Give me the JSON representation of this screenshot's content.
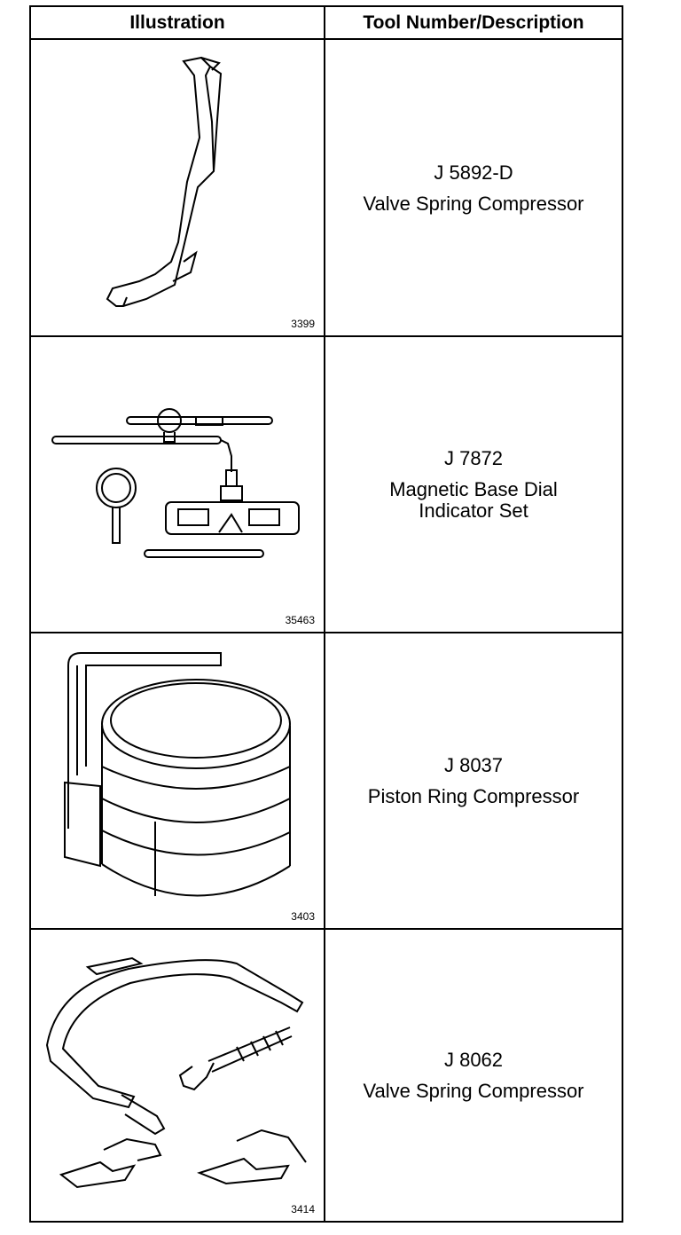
{
  "table": {
    "headers": {
      "illustration": "Illustration",
      "tool": "Tool Number/Description"
    },
    "rows": [
      {
        "figure": "3399",
        "number": "J 5892-D",
        "desc1": "Valve Spring Compressor",
        "desc2": "",
        "icon": "valve-spring-compressor-lever-icon"
      },
      {
        "figure": "35463",
        "number": "J 7872",
        "desc1": "Magnetic Base Dial",
        "desc2": "Indicator Set",
        "icon": "dial-indicator-set-icon"
      },
      {
        "figure": "3403",
        "number": "J 8037",
        "desc1": "Piston Ring Compressor",
        "desc2": "",
        "icon": "piston-ring-compressor-icon"
      },
      {
        "figure": "3414",
        "number": "J 8062",
        "desc1": "Valve Spring Compressor",
        "desc2": "",
        "icon": "c-clamp-valve-spring-compressor-icon"
      }
    ]
  }
}
